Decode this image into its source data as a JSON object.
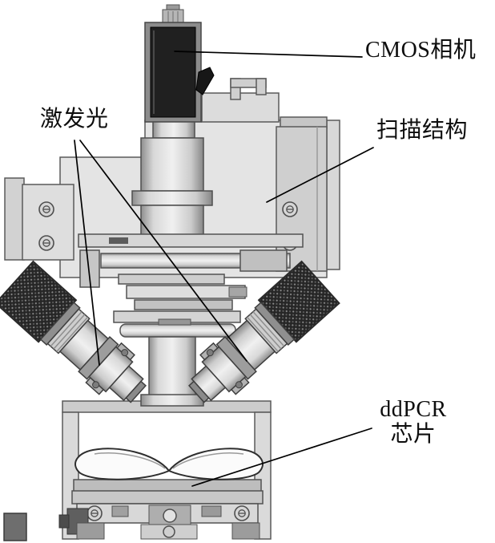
{
  "diagram": {
    "labels": {
      "cmos_camera": "CMOS相机",
      "excitation_light": "激发光",
      "scanning_structure": "扫描结构",
      "ddpcr_line1": "ddPCR",
      "ddpcr_line2": "芯片"
    }
  }
}
